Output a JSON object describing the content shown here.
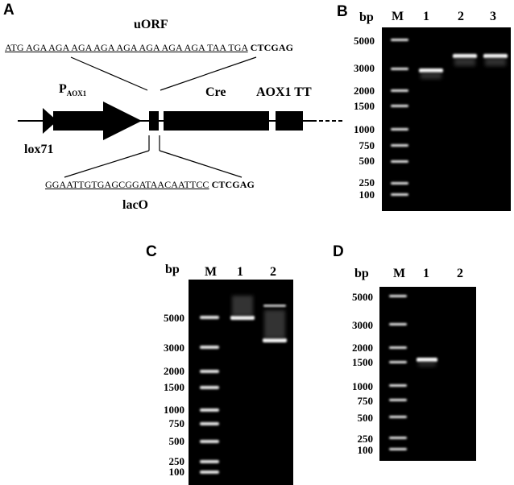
{
  "panelA": {
    "letter": "A",
    "uorf_title": "uORF",
    "uorf_seq": "ATG AGA AGA AGA AGA AGA AGA AGA AGA TAA TGA",
    "uorf_site": "CTCGAG",
    "paox1": "P",
    "paox1_sub": "AOX1",
    "cre": "Cre",
    "aox1tt": "AOX1 TT",
    "lox71": "lox71",
    "laco_seq": "GGAATTGTGAGCGGATAACAATTCC",
    "laco_site": "CTCGAG",
    "laco_title": "lacO"
  },
  "panelB": {
    "letter": "B",
    "bp": "bp",
    "lanes": [
      "M",
      "1",
      "2",
      "3"
    ],
    "ladder": [
      "5000",
      "3000",
      "2000",
      "1500",
      "1000",
      "750",
      "500",
      "250",
      "100"
    ]
  },
  "panelC": {
    "letter": "C",
    "bp": "bp",
    "lanes": [
      "M",
      "1",
      "2"
    ],
    "ladder": [
      "5000",
      "3000",
      "2000",
      "1500",
      "1000",
      "750",
      "500",
      "250",
      "100"
    ]
  },
  "panelD": {
    "letter": "D",
    "bp": "bp",
    "lanes": [
      "M",
      "1",
      "2"
    ],
    "ladder": [
      "5000",
      "3000",
      "2000",
      "1500",
      "1000",
      "750",
      "500",
      "250",
      "100"
    ]
  }
}
